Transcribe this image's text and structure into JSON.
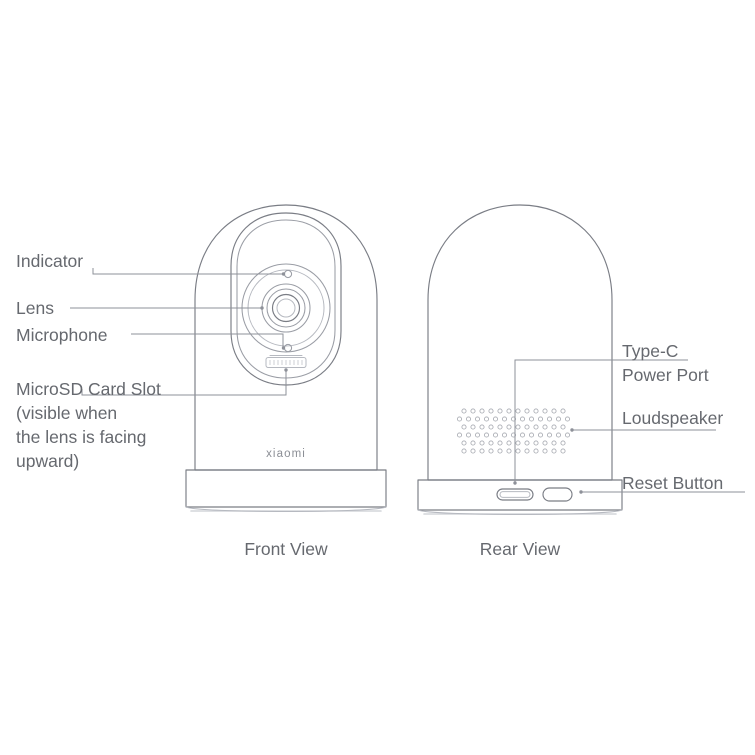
{
  "page": {
    "background_color": "#ffffff",
    "line_color": "#7a7d85",
    "text_color": "#66696f"
  },
  "views": {
    "front": {
      "caption": "Front View",
      "brand": "xiaomi"
    },
    "rear": {
      "caption": "Rear View"
    }
  },
  "labels": {
    "left": [
      {
        "id": "indicator",
        "text": "Indicator"
      },
      {
        "id": "lens",
        "text": "Lens"
      },
      {
        "id": "microphone",
        "text": "Microphone"
      },
      {
        "id": "microsd_line1",
        "text": "MicroSD Card Slot"
      },
      {
        "id": "microsd_line2",
        "text": "(visible when"
      },
      {
        "id": "microsd_line3",
        "text": "the lens is facing"
      },
      {
        "id": "microsd_line4",
        "text": "upward)"
      }
    ],
    "right": [
      {
        "id": "typec_line1",
        "text": "Type-C"
      },
      {
        "id": "typec_line2",
        "text": "Power Port"
      },
      {
        "id": "loudspeaker",
        "text": "Loudspeaker"
      },
      {
        "id": "reset",
        "text": "Reset Button"
      }
    ]
  },
  "parts": {
    "indicator": "indicator-led",
    "lens": "camera-lens",
    "microphone": "microphone-hole",
    "microsd_slot": "microsd-card-slot",
    "type_c_port": "usb-type-c-port",
    "loudspeaker": "speaker-grille",
    "reset_button": "reset-button"
  }
}
